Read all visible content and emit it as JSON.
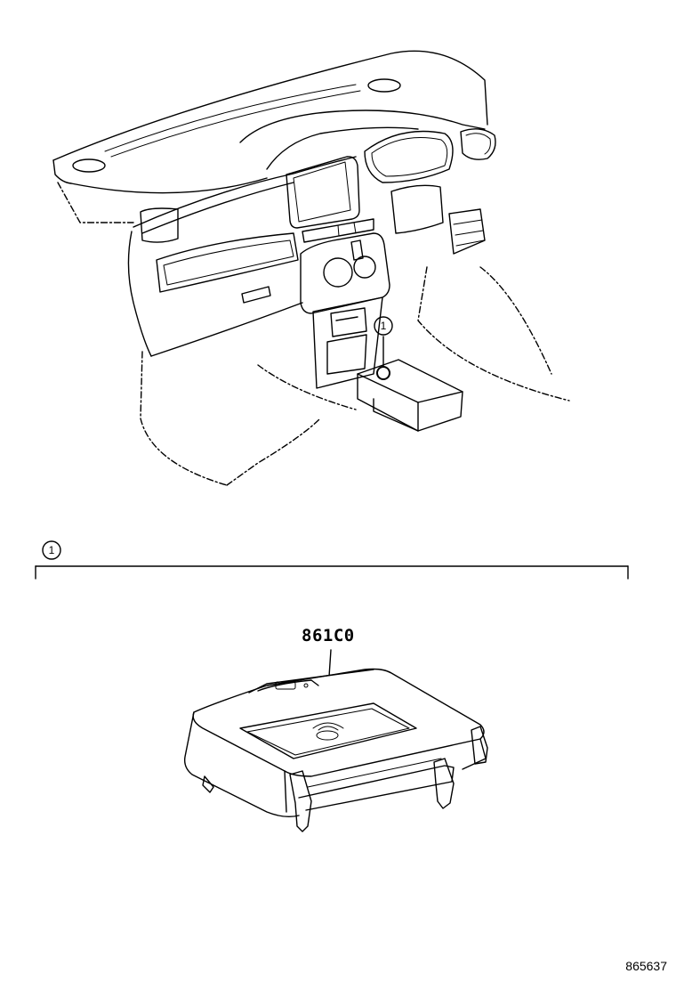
{
  "callouts": {
    "location_callout": "1",
    "section_callout": "1"
  },
  "part": {
    "number": "861C0"
  },
  "footer": {
    "diagram_id": "865637"
  }
}
